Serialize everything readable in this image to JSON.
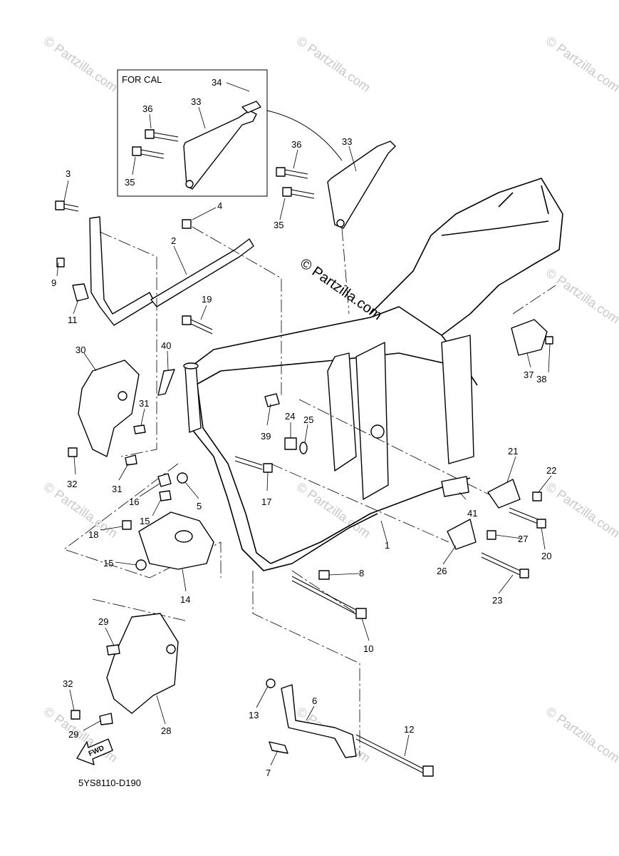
{
  "diagram": {
    "inset_title": "FOR CAL",
    "watermark_main": "© Partzilla.com",
    "watermark_faint": "© Partzilla.com",
    "fwd_label": "FWD",
    "drawing_code": "5YS8110-D190",
    "callouts": {
      "c1": "1",
      "c2": "2",
      "c3": "3",
      "c4": "4",
      "c5": "5",
      "c6": "6",
      "c7": "7",
      "c8": "8",
      "c9": "9",
      "c10": "10",
      "c11": "11",
      "c12": "12",
      "c13": "13",
      "c14": "14",
      "c15a": "15",
      "c15b": "15",
      "c16": "16",
      "c17": "17",
      "c18": "18",
      "c19": "19",
      "c20": "20",
      "c21": "21",
      "c22": "22",
      "c23": "23",
      "c24": "24",
      "c25": "25",
      "c26": "26",
      "c27": "27",
      "c28": "28",
      "c29a": "29",
      "c29b": "29",
      "c30": "30",
      "c31a": "31",
      "c31b": "31",
      "c32a": "32",
      "c32b": "32",
      "c33a": "33",
      "c33b": "33",
      "c34": "34",
      "c35a": "35",
      "c35b": "35",
      "c36a": "36",
      "c36b": "36",
      "c37": "37",
      "c38": "38",
      "c39": "39",
      "c40": "40",
      "c41": "41"
    }
  }
}
